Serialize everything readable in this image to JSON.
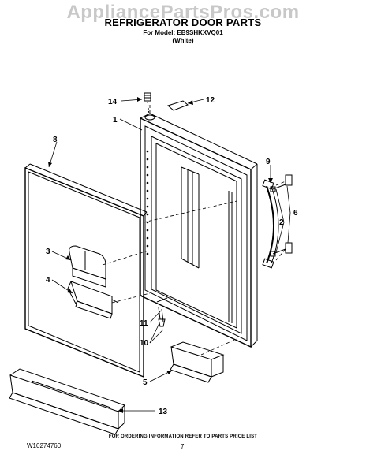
{
  "watermark": "AppliancePartsPros.com",
  "header": {
    "title": "REFRIGERATOR DOOR PARTS",
    "model_line": "For Model: EB9SHKXVQ01",
    "color_line": "(White)"
  },
  "callouts": {
    "c1": "1",
    "c2": "2",
    "c3": "3",
    "c4": "4",
    "c5": "5",
    "c6": "6",
    "c8": "8",
    "c9": "9",
    "c10": "10",
    "c11": "11",
    "c12": "12",
    "c13": "13",
    "c14": "14"
  },
  "footer": {
    "ordering_info": "FOR ORDERING INFORMATION REFER TO PARTS PRICE LIST",
    "doc_number": "W10274760",
    "page_number": "7"
  }
}
